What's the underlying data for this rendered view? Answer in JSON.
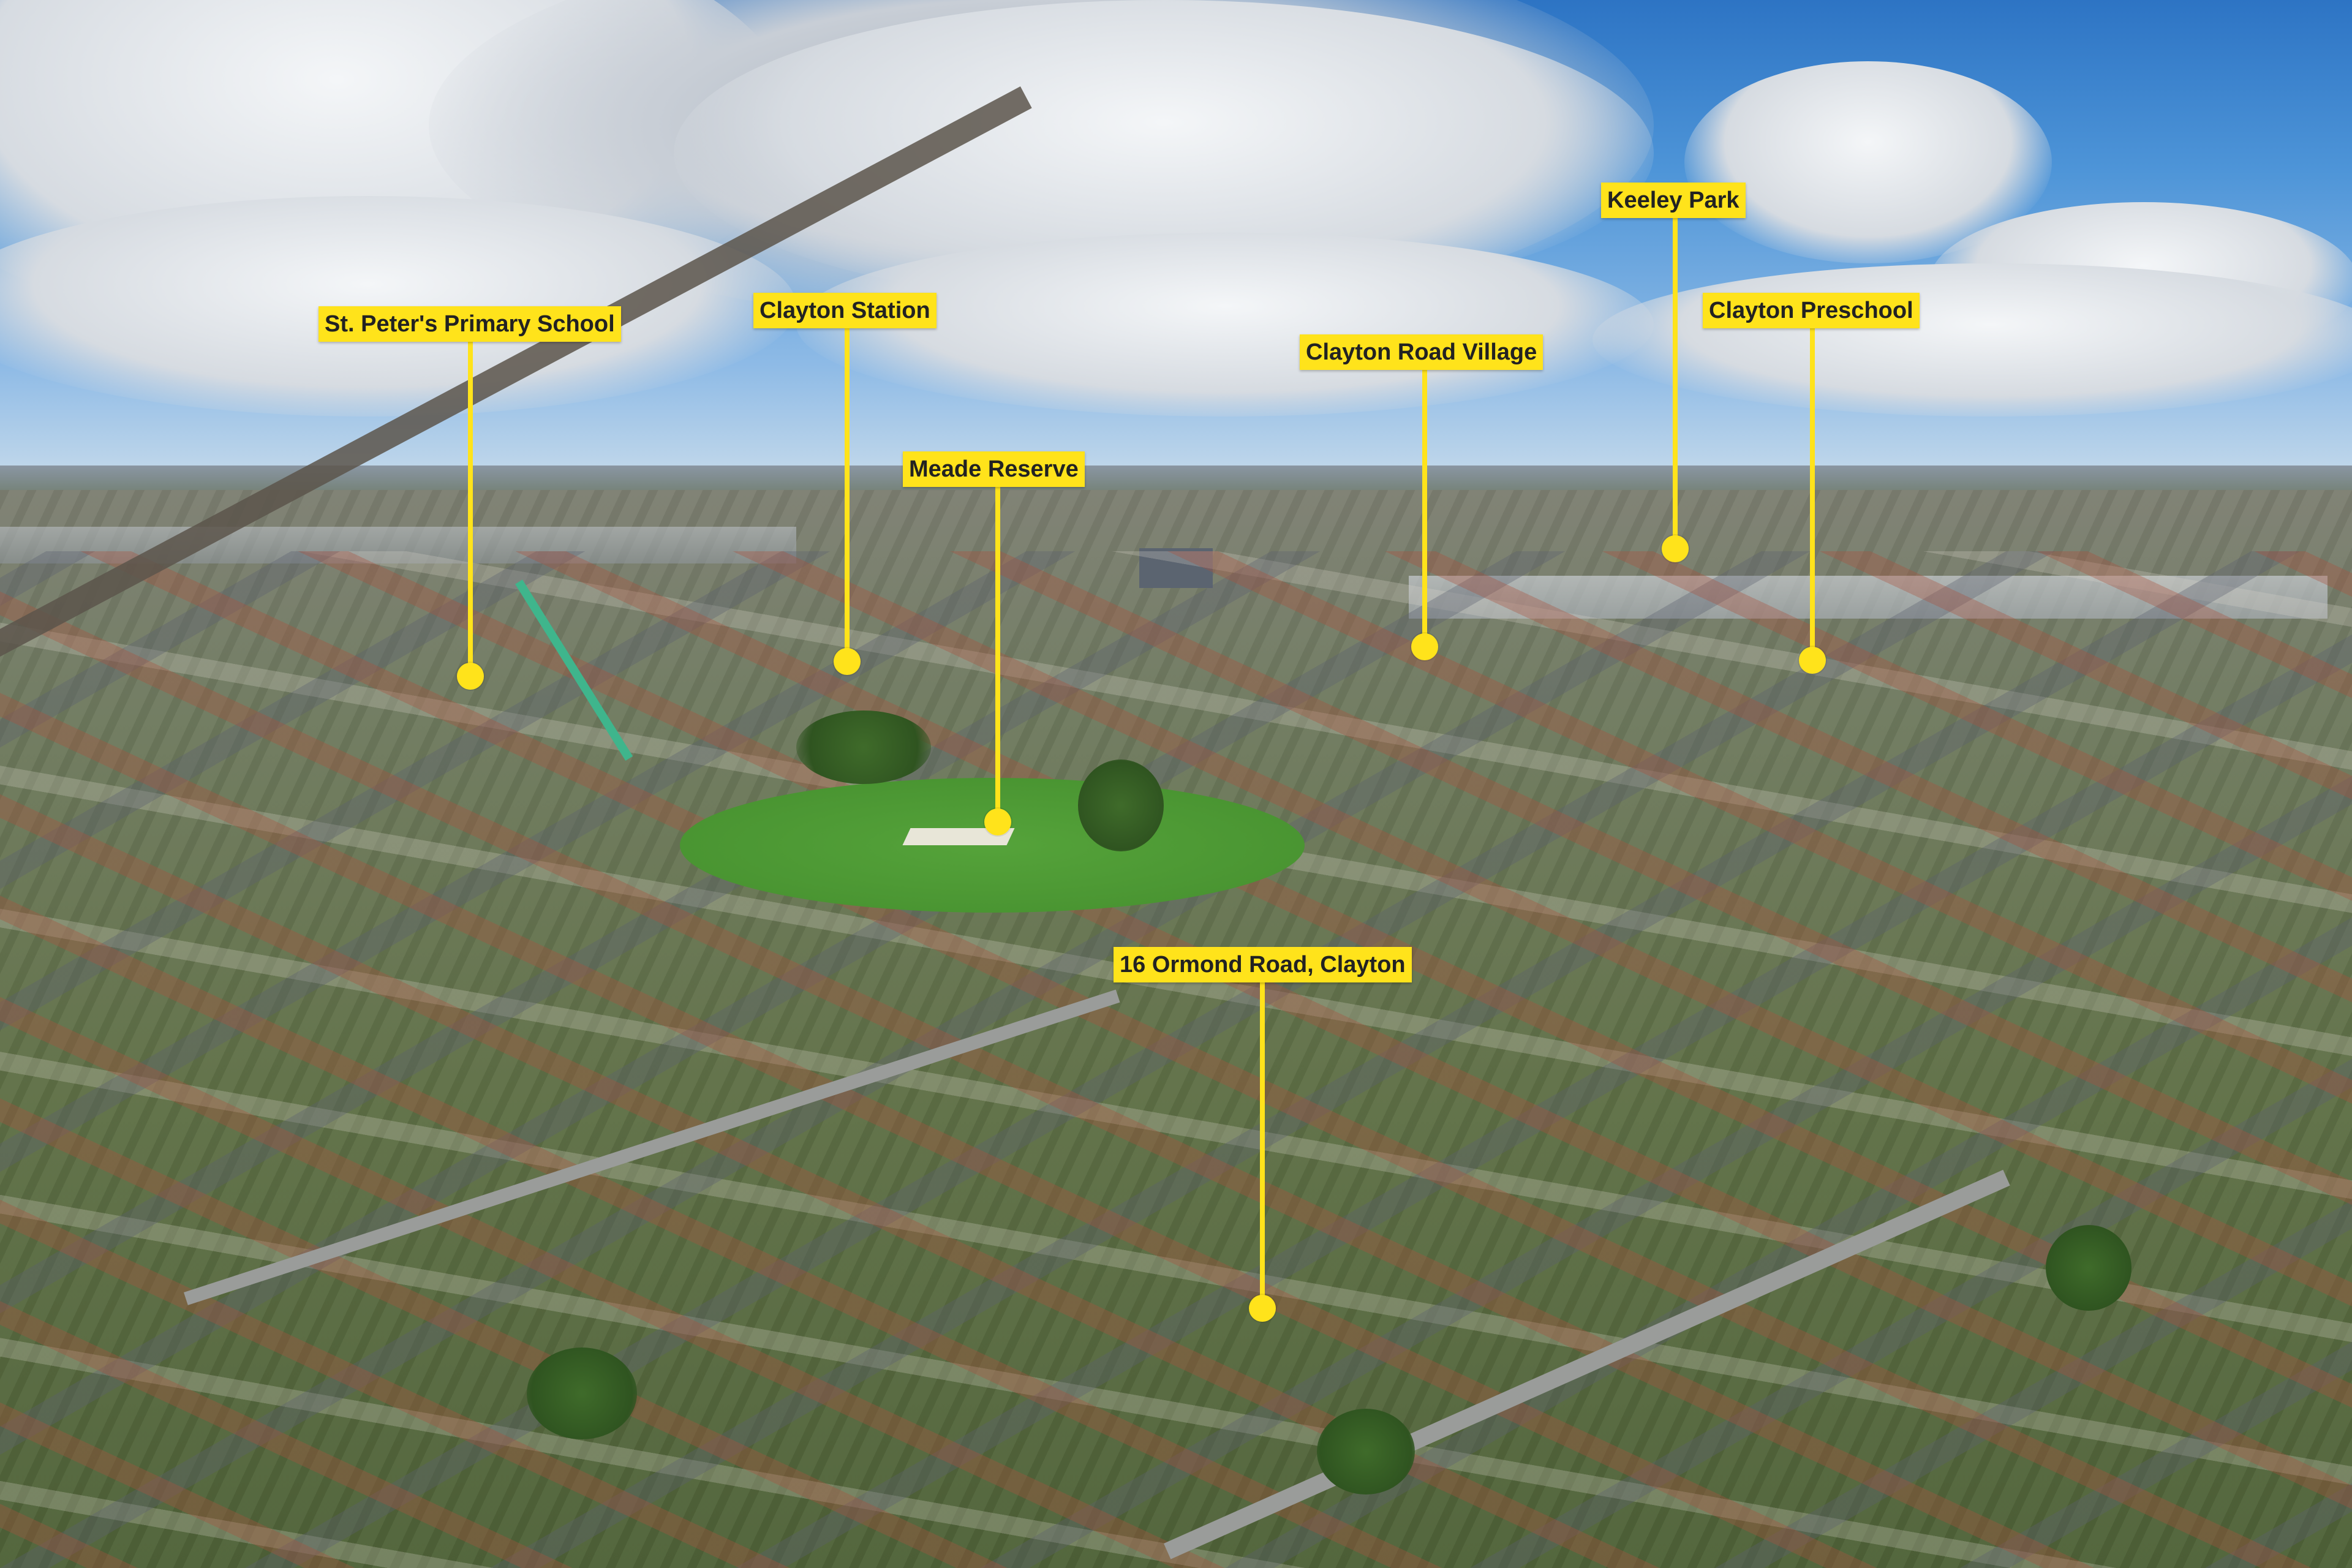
{
  "photo": {
    "description_icon": "aerial-suburb-photo",
    "colors": {
      "marker": "#ffe31b",
      "marker_text": "#222222",
      "sky": "#4e95d8",
      "oval": "#4a9532"
    }
  },
  "markers": [
    {
      "id": "st-peters",
      "label": "St. Peter's Primary School"
    },
    {
      "id": "clayton-station",
      "label": "Clayton Station"
    },
    {
      "id": "meade-reserve",
      "label": "Meade Reserve"
    },
    {
      "id": "clayton-road-village",
      "label": "Clayton Road Village"
    },
    {
      "id": "keeley-park",
      "label": "Keeley Park"
    },
    {
      "id": "clayton-preschool",
      "label": "Clayton Preschool"
    },
    {
      "id": "property",
      "label": "16 Ormond Road, Clayton"
    }
  ]
}
